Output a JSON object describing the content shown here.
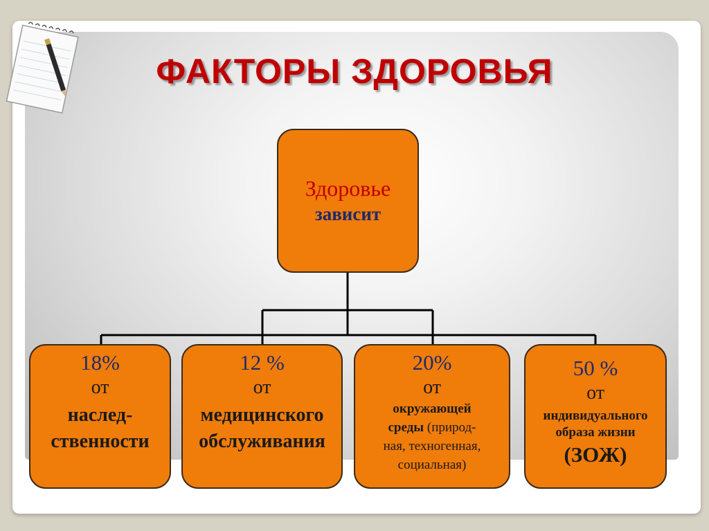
{
  "title": "ФАКТОРЫ ЗДОРОВЬЯ",
  "root": {
    "line1": "Здоровье",
    "line2": "зависит"
  },
  "factors": [
    {
      "percent": "18%",
      "connector": "от",
      "description_lines": [
        "наслед-",
        "ственности"
      ]
    },
    {
      "percent": "12 %",
      "connector": "от",
      "description_lines": [
        "медицинского",
        "обслуживания"
      ]
    },
    {
      "percent": "20%",
      "connector": "от",
      "description_bold": "окружающей",
      "description_bold_2": "среды",
      "description_rest_1": "(природ-",
      "description_rest_2": "ная, техногенная,",
      "description_rest_3": "социальная)"
    },
    {
      "percent": "50 %",
      "connector": "от",
      "description_lines": [
        "индивидуального",
        "образа жизни"
      ],
      "abbreviation": "(ЗОЖ)"
    }
  ],
  "colors": {
    "box_fill": "#f07c0a",
    "title": "#c00000",
    "percent": "#1f2a6b",
    "root_text": "#c00000"
  },
  "icons": [
    "notepad-with-pencil-icon"
  ]
}
